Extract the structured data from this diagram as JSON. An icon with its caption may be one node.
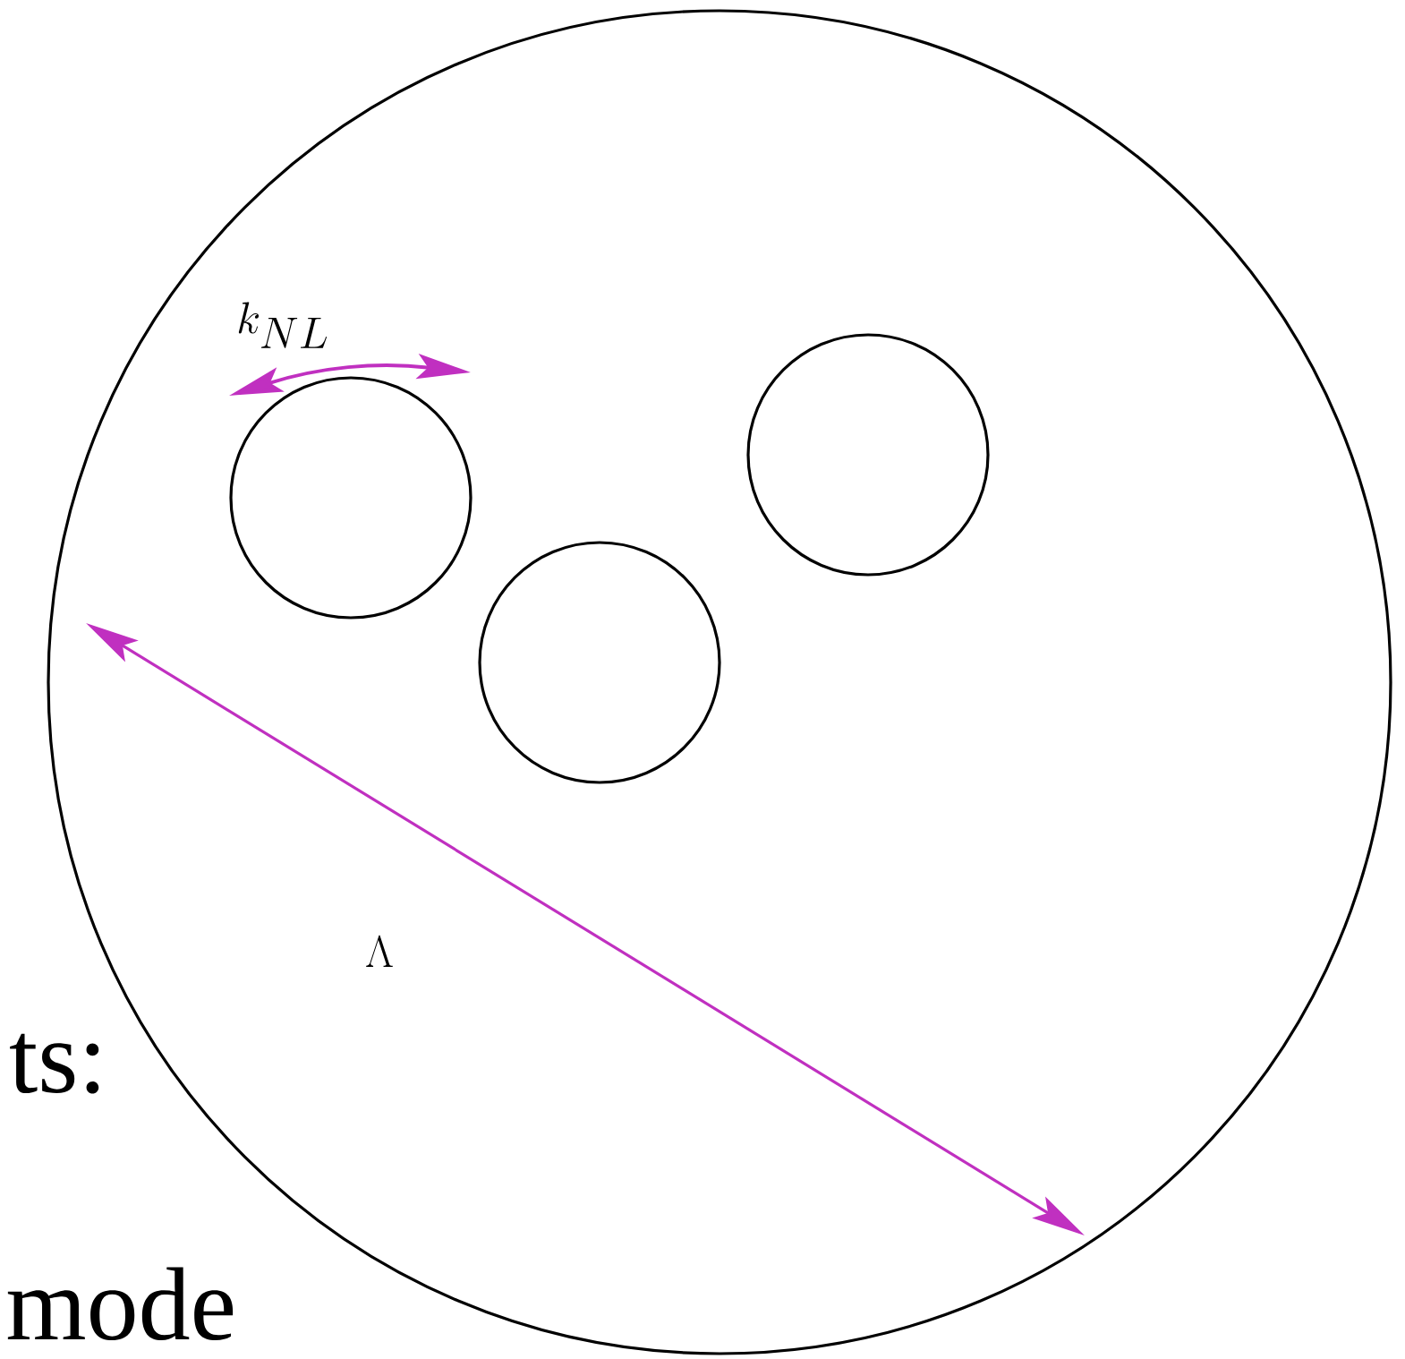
{
  "diagram": {
    "nodes": [
      {
        "text": [],
        "shape": "circle"
      },
      {
        "text": [],
        "shape": "circle",
        "in": 0
      },
      {
        "text": [],
        "shape": "circle",
        "in": 0
      },
      {
        "text": [],
        "shape": "circle",
        "in": 0
      }
    ],
    "labels": [
      "k_{NL}",
      "\\Lambda",
      "ts:",
      "mode"
    ]
  }
}
